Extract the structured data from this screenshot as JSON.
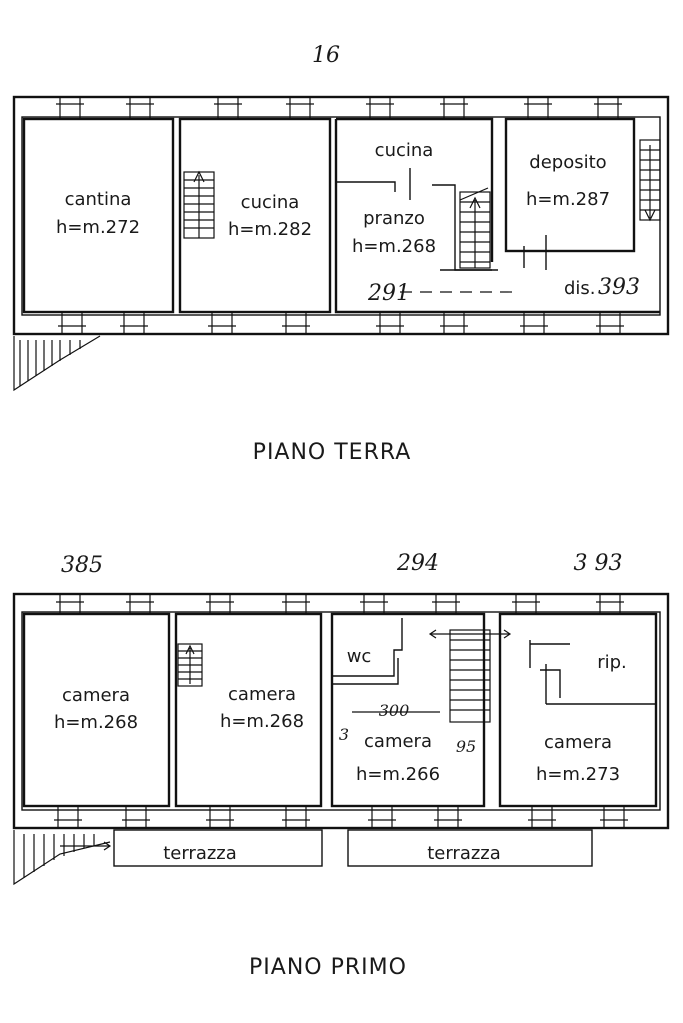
{
  "ground_floor": {
    "title": "PIANO TERRA",
    "handwritten_top": "16",
    "rooms": {
      "cantina": {
        "name": "cantina",
        "height": "h=m.272"
      },
      "cucina": {
        "name": "cucina",
        "height": "h=m.282"
      },
      "cucina2": {
        "name": "cucina"
      },
      "pranzo": {
        "name": "pranzo",
        "height": "h=m.268"
      },
      "deposito": {
        "name": "deposito",
        "height": "h=m.287"
      },
      "dis": {
        "name": "dis."
      }
    },
    "notes": {
      "n291": "291",
      "n393": "393"
    }
  },
  "first_floor": {
    "title": "PIANO PRIMO",
    "notes": {
      "n385": "385",
      "n294": "294",
      "n393": "3 93",
      "n300": "300",
      "n95": "95",
      "n3": "3"
    },
    "rooms": {
      "camera1": {
        "name": "camera",
        "height": "h=m.268"
      },
      "camera2": {
        "name": "camera",
        "height": "h=m.268"
      },
      "wc": {
        "name": "wc"
      },
      "camera3": {
        "name": "camera",
        "height": "h=m.266"
      },
      "rip": {
        "name": "rip."
      },
      "camera4": {
        "name": "camera",
        "height": "h=m.273"
      }
    },
    "terrace_left": "terrazza",
    "terrace_right": "terrazza"
  }
}
